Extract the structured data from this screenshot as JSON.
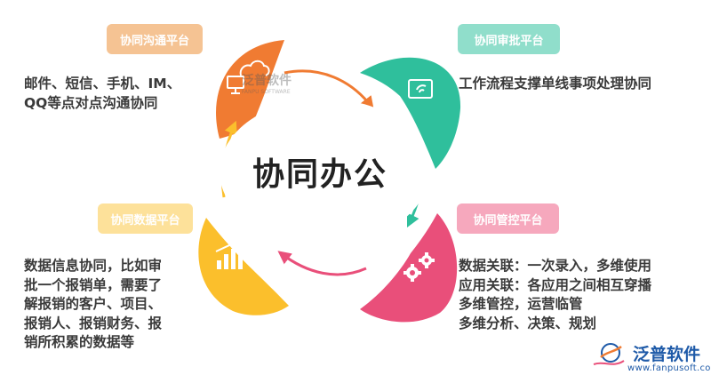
{
  "center": {
    "title": "协同办公"
  },
  "quadrants": {
    "top_left": {
      "badge": "协同沟通平台",
      "lines": [
        "邮件、短信、手机、IM、",
        "QQ等点对点沟通协同"
      ],
      "icon": "cloud-computer-icon",
      "color": "#f07b32"
    },
    "top_right": {
      "badge": "协同审批平台",
      "lines": [
        "工作流程支撑单线事项处理协同"
      ],
      "icon": "screen-signal-icon",
      "color": "#2fbf9c"
    },
    "bottom_left": {
      "badge": "协同数据平台",
      "lines": [
        "数据信息协同，比如审",
        "批一个报销单，需要了",
        "解报销的客户、项目、",
        "报销人、报销财务、报",
        "销所积累的数据等"
      ],
      "icon": "bar-chart-icon",
      "color": "#fbbf2c"
    },
    "bottom_right": {
      "badge": "协同管控平台",
      "lines": [
        "数据关联：一次录入，多维使用",
        "应用关联：各应用之间相互穿播",
        "多维管控，运营临管",
        "多维分析、决策、规划"
      ],
      "icon": "gears-icon",
      "color": "#e94f7a"
    }
  },
  "watermark": {
    "name": "泛普软件",
    "sub": "FANPU SOFTWARE"
  },
  "brand": {
    "name": "泛普软件",
    "url": "www.fanpusoft.com"
  }
}
